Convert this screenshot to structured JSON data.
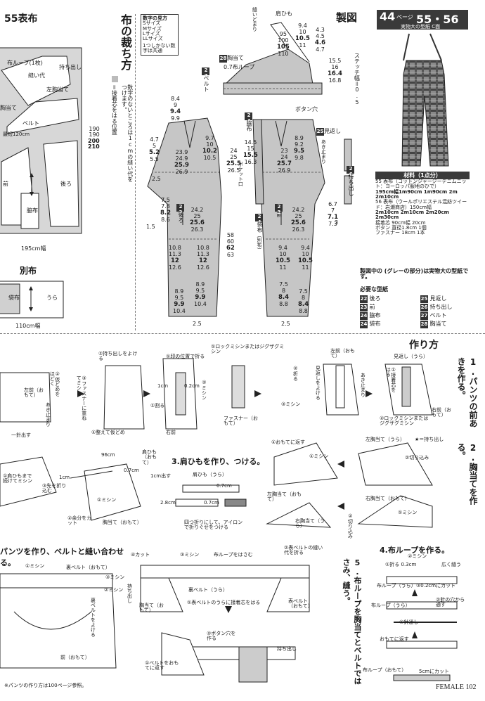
{
  "fabric_layout": {
    "title": "55表布",
    "labels": [
      "布ループ(1枚)",
      "縫い代",
      "持ち出し",
      "胸当て",
      "左胸当て",
      "ベルト",
      "前",
      "後ろ",
      "脇布"
    ],
    "width_label": "195cm幅",
    "heights": [
      "190",
      "190",
      "200",
      "210"
    ],
    "extra": "最短120cm"
  },
  "sub_fabric": {
    "title": "別布",
    "labels": [
      "袋布",
      "うら"
    ],
    "width_label": "110cm幅"
  },
  "cutting": {
    "title": "布の裁ち方",
    "note": "数字のないところは1cmの縫い代をつけます。",
    "legend": "＝接着芯をはる位置"
  },
  "size_key": {
    "title": "数字の見方",
    "lines": [
      "Sサイズ",
      "Mサイズ",
      "Lサイズ",
      "LLサイズ"
    ],
    "note": "1つしかない数字は共通"
  },
  "pattern": {
    "title": "製図",
    "pieces": [
      "胸当て",
      "ベルト",
      "脇布",
      "見返し",
      "持ち出し",
      "後ろ",
      "前",
      "袋布"
    ],
    "strap": "肩ひも",
    "strap_lengths": [
      "95",
      "100",
      "105",
      "110"
    ],
    "stitch": "ステッチ幅＝0.5",
    "button": "ボタン穴",
    "side_note": "あき止まり",
    "belt_hole": "0.7布ループ",
    "pocket_label": "ポケット口",
    "back_label": "（別布）"
  },
  "pattern_numbers": {
    "top_a": [
      "9.4",
      "10",
      "10.5",
      "11"
    ],
    "top_b": [
      "4.3",
      "4.5",
      "4.6",
      "4.7"
    ],
    "top_c": [
      "15.5",
      "16",
      "16.4",
      "16.8"
    ],
    "back_hip": [
      "23.9",
      "24.9",
      "25.9",
      "26.9"
    ],
    "back_waist": [
      "9.7",
      "10",
      "10.2",
      "10.5"
    ],
    "front_hip": [
      "23",
      "24",
      "25.7",
      "26.9"
    ],
    "front_waist": [
      "8.9",
      "9.2",
      "9.5",
      "9.8"
    ],
    "back_thigh": [
      "24.2",
      "25",
      "25.6",
      "26.3"
    ],
    "front_thigh": [
      "24.2",
      "25",
      "25.6",
      "26.3"
    ],
    "knee": [
      "10.8",
      "11.3",
      "12",
      "12.6"
    ],
    "front_knee": [
      "9.4",
      "10",
      "10.5",
      "11"
    ],
    "hem": [
      "8.9",
      "9.5",
      "9.9",
      "10.4"
    ],
    "front_hem": [
      "7.5",
      "8",
      "8.4",
      "8.8"
    ],
    "rise": [
      "24",
      "25",
      "25.5",
      "26.5"
    ],
    "rise2": [
      "14.5",
      "15",
      "15.5",
      "16.3"
    ],
    "inseam": [
      "58",
      "60",
      "62",
      "63"
    ],
    "side_w": [
      "6.7",
      "7",
      "7.1",
      "7.3"
    ],
    "left_a": [
      "8.4",
      "9",
      "9.4",
      "9.9"
    ],
    "left_b": [
      "4.7",
      "5",
      "5.2",
      "5.5"
    ],
    "left_c": [
      "7.5",
      "7.8",
      "8.2",
      "8.6"
    ],
    "hem_gap": "2.5",
    "misc": [
      "1.5",
      "2.5",
      "3"
    ]
  },
  "product": {
    "page_prefix": "44",
    "page_word": "ページ",
    "page_nums": "55・56",
    "pattern_note": "実物大の型紙 C面",
    "materials_title": "材料（1点分）",
    "materials": [
      "55 表布（コットンジャージーデニムニット：ヨーロッパ服地のひで）",
      "195cm幅1m90cm 1m90cm 2m 2m10cm",
      "56 表布（ウールポリエステル混紡ツイード：岩瀬商店）150cm幅",
      "2m10cm 2m10cm 2m20cm 2m30cm",
      "接着芯 90cm幅 20cm",
      "ボタン 直径1.8cm 1個",
      "ファスナー 18cm 1本"
    ]
  },
  "pattern_pieces": {
    "intro": "製図中の  (グレーの部分)は実物大の型紙です。",
    "need": "必要な型紙",
    "list": [
      {
        "no": "22",
        "name": "後ろ"
      },
      {
        "no": "23",
        "name": "前"
      },
      {
        "no": "24",
        "name": "脇布"
      },
      {
        "no": "24",
        "name": "袋布"
      },
      {
        "no": "25",
        "name": "見返し"
      },
      {
        "no": "26",
        "name": "持ち出し"
      },
      {
        "no": "27",
        "name": "ベルト"
      },
      {
        "no": "28",
        "name": "胸当て"
      }
    ]
  },
  "instructions": {
    "title": "作り方",
    "step1": "1.パンツの前あきを作る。",
    "step2": "2.胸当てを作る。",
    "step3": "3.肩ひもを作り、つける。",
    "step4": "4.布ループを作る。",
    "step5": "5.布ループを胸当てとベルトではさみ、縫う。",
    "step6": "パンツを作り、ベルトと縫い合わせる。",
    "s1_notes": [
      "見返し（うら）",
      "②ロックミシンまたはジグザグミシン",
      "①接着芯をはる",
      "右前（おもて）",
      "あき止まり",
      "左前（おもて）",
      "見返しをよける",
      "②折る",
      "③ミシン",
      "①ロックミシンまたはジグザグミシン",
      "①印の位置で折る",
      "②ミシン",
      "ファスナー（おもて）",
      "1cm",
      "0.2cm",
      "右前",
      "①割る",
      "①整えて仮どめ",
      "②持ち出しをよける",
      "③ファスナーに重ねてミシン",
      "②仮どめをほどく",
      "左前（おもて）",
      "あき止まり",
      "一針出す"
    ],
    "s2_notes": [
      "左胸当て（うら）",
      "★＝持ち出し",
      "②切り込み",
      "①おもてに返す",
      "①ミシン",
      "右胸当て（おもて）",
      "左胸当て（おもて）",
      "右胸当て（うら）",
      "①ミシン",
      "②切り込み"
    ],
    "s3_notes": [
      "肩ひも（うら）",
      "0.7cm",
      "1cm出す",
      "0.7cm",
      "2.8cm",
      "四つ折りにして、アイロンで折りぐせをつける",
      "肩ひも（おもて）",
      "96cm",
      "0.7cm",
      "1cm",
      "①肩ひもまで続けてミシン",
      "②余分をカット",
      "③先を折り込む",
      "胸当て（おもて）",
      "①ミシン"
    ],
    "s4_notes": [
      "②ミシン",
      "①折る 0.3cm",
      "広く縫う",
      "布ループ（うら）",
      "③0.2cmにカット",
      "布ループ（うら）",
      "②針の穴から通す",
      "①針通し",
      "おもてに返す",
      "5cmにカット",
      "布ループ（おもて）"
    ],
    "s5_notes": [
      "④カット",
      "③ミシン",
      "布ループをはさむ",
      "②表ベルトの縫い代を折る",
      "持ち出し",
      "胸当て（おもて）",
      "裏ベルト（うら）",
      "①表ベルトのうらに接着芯をはる",
      "表ベルト（おもて）",
      "②ボタン穴を作る",
      "①ベルトをおもてに返す",
      "持ち出し"
    ],
    "s6_notes": [
      "①ミシン",
      "裏ベルト（おもて）",
      "③ミシン",
      "②ミシン",
      "裏ベルトをよける",
      "前（おもて）"
    ],
    "footnote": "※パンツの作り方は100ページ参照。"
  },
  "footer": {
    "magazine": "FEMALE",
    "page": "102"
  }
}
